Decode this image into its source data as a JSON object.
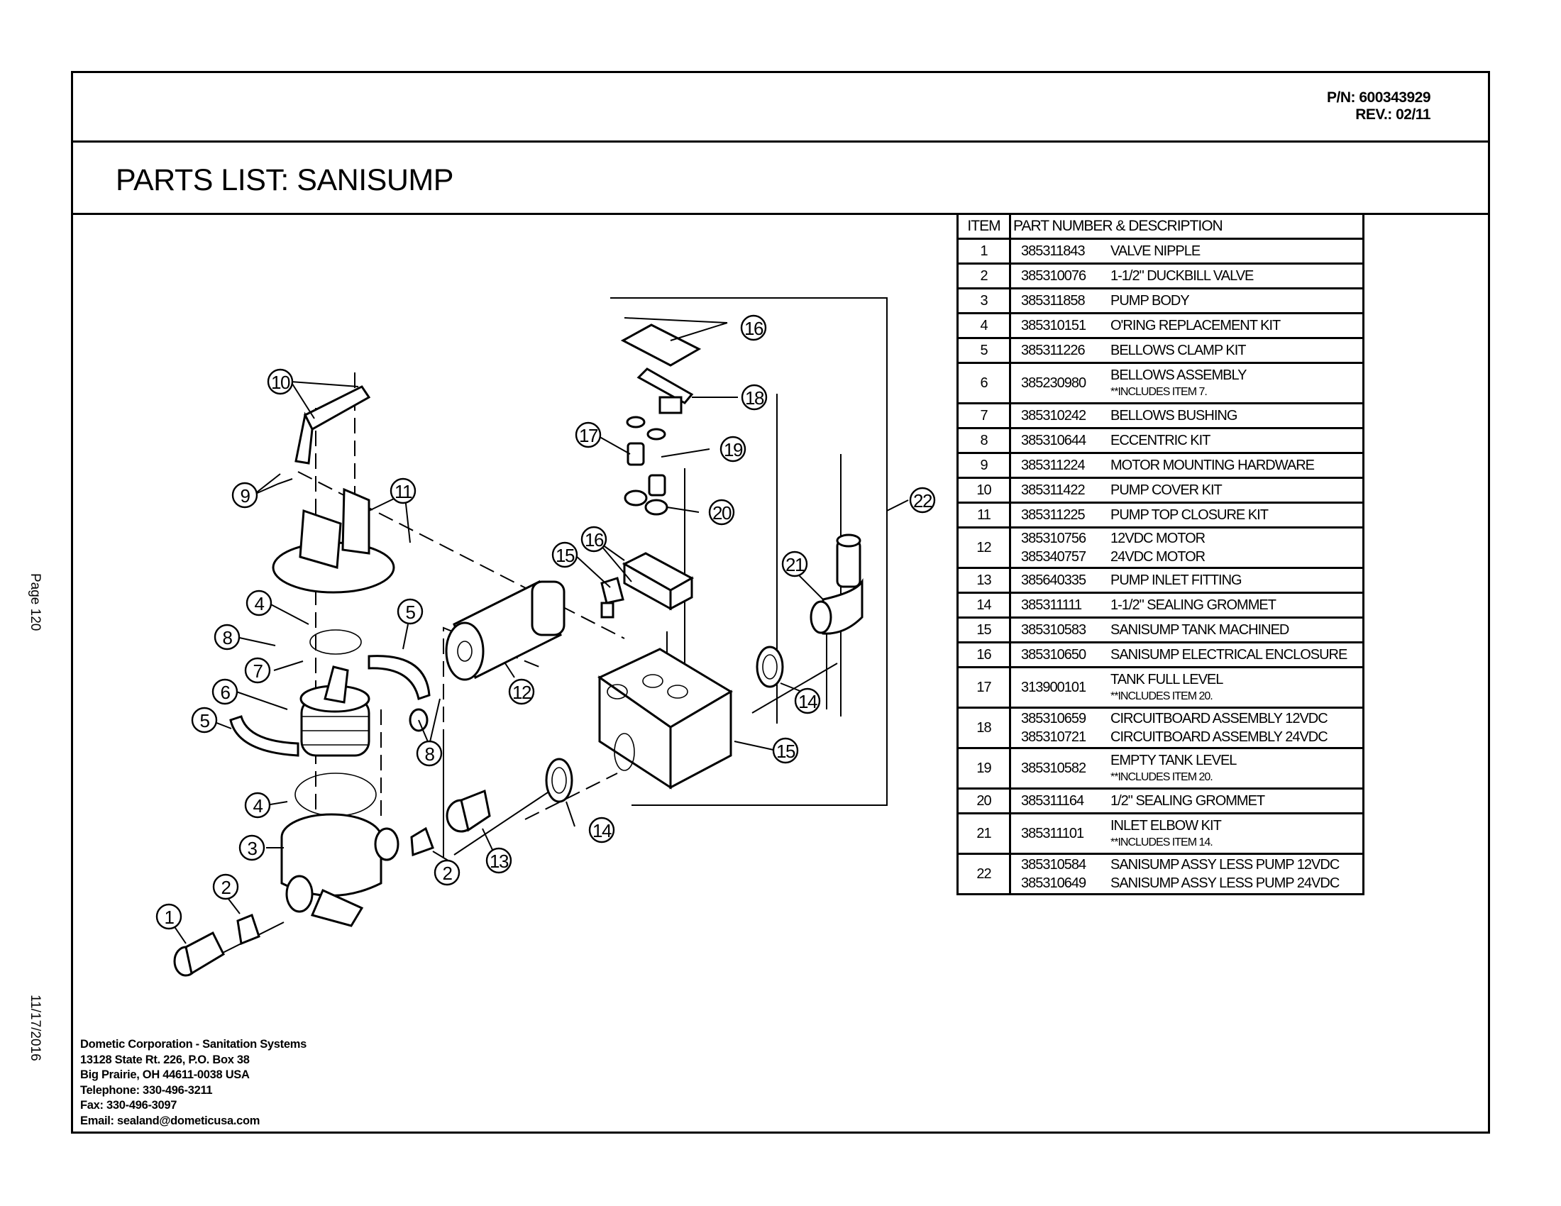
{
  "header": {
    "pn_label": "P/N:  600343929",
    "rev_label": "REV.:  02/11",
    "title": "PARTS LIST:  SANISUMP"
  },
  "margin": {
    "page": "Page 120",
    "date": "11/17/2016"
  },
  "table": {
    "headers": {
      "item": "ITEM",
      "description": "PART NUMBER & DESCRIPTION"
    },
    "rows": [
      {
        "item": "1",
        "lines": [
          {
            "pn": "385311843",
            "desc": "VALVE NIPPLE"
          }
        ]
      },
      {
        "item": "2",
        "lines": [
          {
            "pn": "385310076",
            "desc": "1-1/2\" DUCKBILL VALVE"
          }
        ]
      },
      {
        "item": "3",
        "lines": [
          {
            "pn": "385311858",
            "desc": "PUMP BODY"
          }
        ]
      },
      {
        "item": "4",
        "lines": [
          {
            "pn": "385310151",
            "desc": "O'RING REPLACEMENT KIT"
          }
        ]
      },
      {
        "item": "5",
        "lines": [
          {
            "pn": "385311226",
            "desc": "BELLOWS CLAMP KIT"
          }
        ]
      },
      {
        "item": "6",
        "lines": [
          {
            "pn": "385230980",
            "desc": "BELLOWS ASSEMBLY"
          }
        ],
        "note": "**INCLUDES ITEM 7."
      },
      {
        "item": "7",
        "lines": [
          {
            "pn": "385310242",
            "desc": "BELLOWS BUSHING"
          }
        ]
      },
      {
        "item": "8",
        "lines": [
          {
            "pn": "385310644",
            "desc": "ECCENTRIC KIT"
          }
        ]
      },
      {
        "item": "9",
        "lines": [
          {
            "pn": "385311224",
            "desc": "MOTOR MOUNTING HARDWARE"
          }
        ]
      },
      {
        "item": "10",
        "lines": [
          {
            "pn": "385311422",
            "desc": "PUMP COVER KIT"
          }
        ]
      },
      {
        "item": "11",
        "lines": [
          {
            "pn": "385311225",
            "desc": "PUMP TOP CLOSURE KIT"
          }
        ]
      },
      {
        "item": "12",
        "lines": [
          {
            "pn": "385310756",
            "desc": "12VDC MOTOR"
          },
          {
            "pn": "385340757",
            "desc": "24VDC MOTOR"
          }
        ]
      },
      {
        "item": "13",
        "lines": [
          {
            "pn": "385640335",
            "desc": "PUMP INLET FITTING"
          }
        ]
      },
      {
        "item": "14",
        "lines": [
          {
            "pn": "385311111",
            "desc": "1-1/2\" SEALING GROMMET"
          }
        ]
      },
      {
        "item": "15",
        "lines": [
          {
            "pn": "385310583",
            "desc": "SANISUMP TANK MACHINED"
          }
        ]
      },
      {
        "item": "16",
        "lines": [
          {
            "pn": "385310650",
            "desc": "SANISUMP ELECTRICAL ENCLOSURE"
          }
        ]
      },
      {
        "item": "17",
        "lines": [
          {
            "pn": "313900101",
            "desc": "TANK FULL LEVEL"
          }
        ],
        "note": "**INCLUDES ITEM 20."
      },
      {
        "item": "18",
        "lines": [
          {
            "pn": "385310659",
            "desc": "CIRCUITBOARD ASSEMBLY 12VDC"
          },
          {
            "pn": "385310721",
            "desc": "CIRCUITBOARD ASSEMBLY 24VDC"
          }
        ]
      },
      {
        "item": "19",
        "lines": [
          {
            "pn": "385310582",
            "desc": "EMPTY TANK LEVEL"
          }
        ],
        "note": "**INCLUDES ITEM 20."
      },
      {
        "item": "20",
        "lines": [
          {
            "pn": "385311164",
            "desc": "1/2\" SEALING GROMMET"
          }
        ]
      },
      {
        "item": "21",
        "lines": [
          {
            "pn": "385311101",
            "desc": "INLET ELBOW KIT"
          }
        ],
        "note": "**INCLUDES ITEM 14."
      },
      {
        "item": "22",
        "lines": [
          {
            "pn": "385310584",
            "desc": "SANISUMP ASSY LESS PUMP 12VDC"
          },
          {
            "pn": "385310649",
            "desc": "SANISUMP ASSY LESS PUMP 24VDC"
          }
        ]
      }
    ]
  },
  "diagram": {
    "balloons": [
      "10",
      "9",
      "11",
      "4",
      "5",
      "8",
      "7",
      "6",
      "5",
      "8",
      "4",
      "3",
      "2",
      "1",
      "2",
      "13",
      "12",
      "14",
      "16",
      "18",
      "17",
      "19",
      "20",
      "16",
      "15",
      "21",
      "14",
      "15",
      "22"
    ]
  },
  "address": {
    "lines": [
      "Dometic Corporation - Sanitation Systems",
      "13128 State Rt. 226, P.O. Box 38",
      "Big Prairie, OH 44611-0038 USA",
      "Telephone: 330-496-3211",
      "Fax: 330-496-3097",
      "Email: sealand@dometicusa.com"
    ]
  }
}
